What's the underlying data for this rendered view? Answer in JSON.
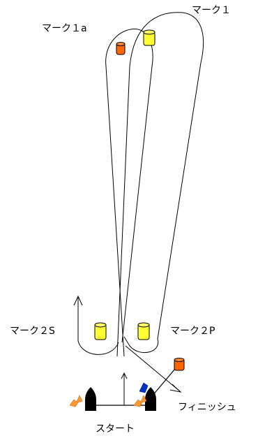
{
  "labels": {
    "mark1": "マーク１",
    "mark1a": "マーク１a",
    "mark2s": "マーク２S",
    "mark2p": "マーク２P",
    "finish": "フィニッシュ",
    "start": "スタート"
  },
  "colors": {
    "mark_yellow": "#ffff33",
    "mark_orange": "#ff6600",
    "flag_orange": "#ff9933",
    "flag_blue": "#0033cc",
    "boat_black": "#000000"
  }
}
